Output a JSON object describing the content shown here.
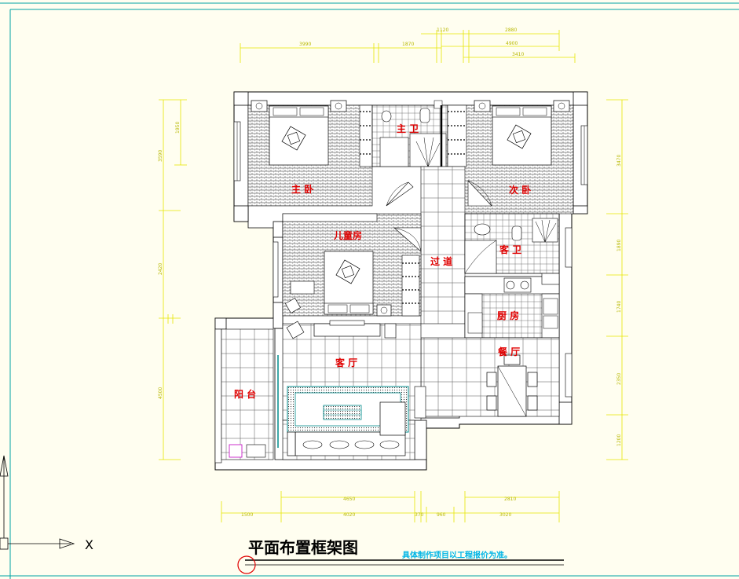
{
  "title": "平面布置框架图",
  "note": "具体制作项目以工程报价为准。",
  "axis_label": "X",
  "rooms": {
    "master_bath": "主 卫",
    "master_bedroom": "主 卧",
    "second_bedroom": "次 卧",
    "kids_room": "儿童房",
    "guest_bath": "客 卫",
    "corridor": "过 道",
    "kitchen": "厨 房",
    "dining": "餐 厅",
    "living": "客 厅",
    "balcony": "阳 台"
  },
  "dimensions": {
    "top": [
      "3990",
      "1870",
      "1120",
      "2880",
      "4900",
      "3410"
    ],
    "left": [
      "1950",
      "3590",
      "2420",
      "4500"
    ],
    "right": [
      "3470",
      "1890",
      "1740",
      "2350",
      "1200"
    ],
    "bottom": [
      "4650",
      "1500",
      "4020",
      "370",
      "960",
      "2810",
      "3020"
    ]
  },
  "colors": {
    "background": "#fffef0",
    "frame": "#00a3a3",
    "room_label": "#e00000",
    "dimension": "#e6e600",
    "note": "#00b5e6"
  }
}
